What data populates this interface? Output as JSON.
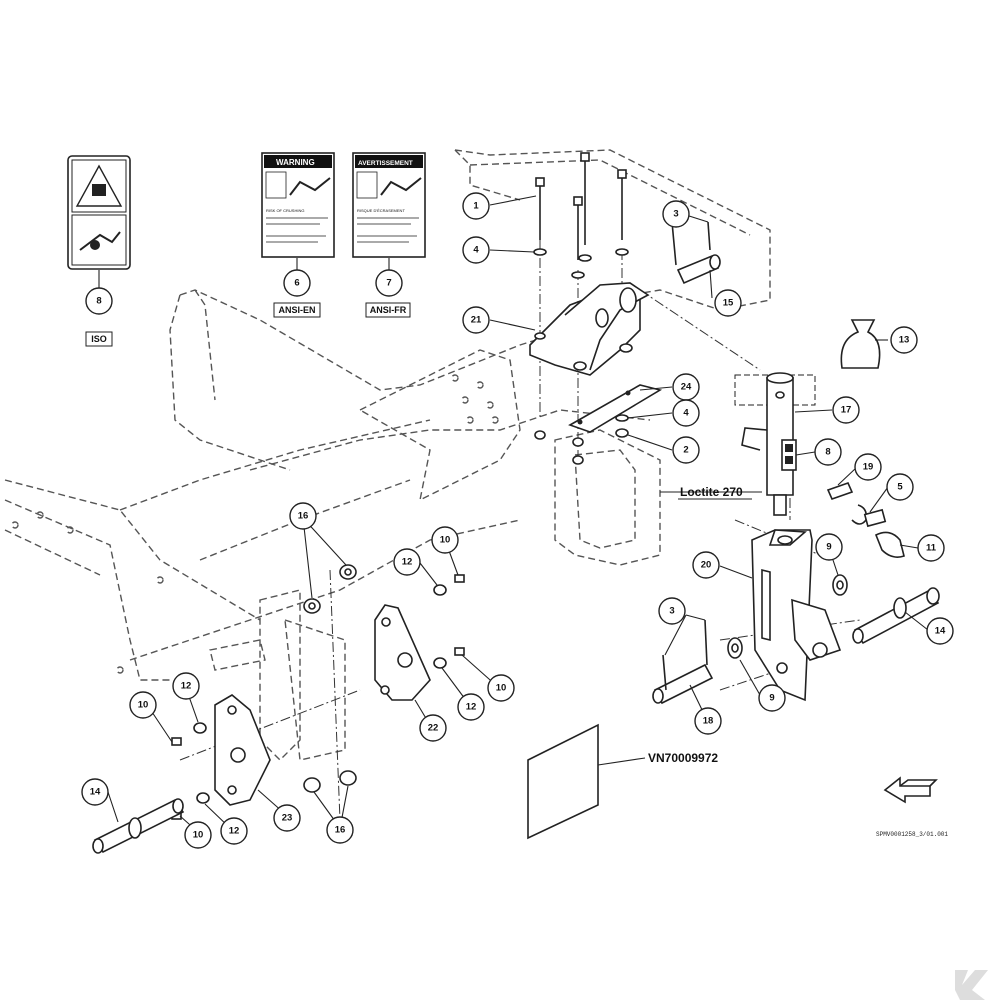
{
  "labels": {
    "iso": "ISO",
    "ansi_en": "ANSI-EN",
    "ansi_fr": "ANSI-FR",
    "warning_en": "WARNING",
    "warning_fr": "AVERTISSEMENT",
    "body_en": "RISK OF CRUSHING",
    "body_fr": "RISQUE D'ÉCRASEMENT"
  },
  "annotations": {
    "loctite": "Loctite 270",
    "part_number": "VN70009972",
    "drawing_ref": "SPMV0001258_3/01.001"
  },
  "callouts": [
    {
      "id": "c1",
      "text": "1"
    },
    {
      "id": "c3a",
      "text": "3"
    },
    {
      "id": "c4a",
      "text": "4"
    },
    {
      "id": "c15",
      "text": "15"
    },
    {
      "id": "c21",
      "text": "21"
    },
    {
      "id": "c13",
      "text": "13"
    },
    {
      "id": "c24",
      "text": "24"
    },
    {
      "id": "c4b",
      "text": "4"
    },
    {
      "id": "c2",
      "text": "2"
    },
    {
      "id": "c17",
      "text": "17"
    },
    {
      "id": "c8b",
      "text": "8"
    },
    {
      "id": "c19",
      "text": "19"
    },
    {
      "id": "c5",
      "text": "5"
    },
    {
      "id": "c11",
      "text": "11"
    },
    {
      "id": "c9a",
      "text": "9"
    },
    {
      "id": "c20",
      "text": "20"
    },
    {
      "id": "c14a",
      "text": "14"
    },
    {
      "id": "c3b",
      "text": "3"
    },
    {
      "id": "c9b",
      "text": "9"
    },
    {
      "id": "c18",
      "text": "18"
    },
    {
      "id": "c16a",
      "text": "16"
    },
    {
      "id": "c12a",
      "text": "12"
    },
    {
      "id": "c10a",
      "text": "10"
    },
    {
      "id": "c10b",
      "text": "10"
    },
    {
      "id": "c12b",
      "text": "12"
    },
    {
      "id": "c22",
      "text": "22"
    },
    {
      "id": "c10c",
      "text": "10"
    },
    {
      "id": "c12c",
      "text": "12"
    },
    {
      "id": "c14b",
      "text": "14"
    },
    {
      "id": "c10d",
      "text": "10"
    },
    {
      "id": "c12d",
      "text": "12"
    },
    {
      "id": "c23",
      "text": "23"
    },
    {
      "id": "c16b",
      "text": "16"
    },
    {
      "id": "c8a",
      "text": "8"
    },
    {
      "id": "c6",
      "text": "6"
    },
    {
      "id": "c7",
      "text": "7"
    }
  ]
}
